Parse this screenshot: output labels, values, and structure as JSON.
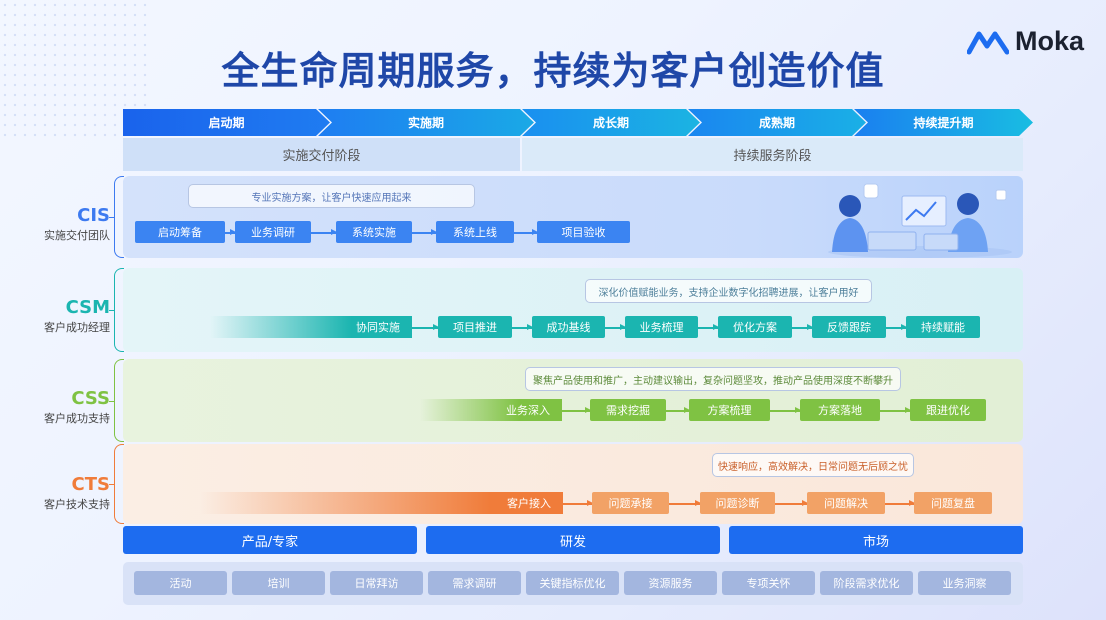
{
  "title": "全生命周期服务，持续为客户创造价值",
  "brand": {
    "name": "Moka",
    "logo_icon": "moka-logo-icon",
    "color": "#1d6cf0"
  },
  "phases": [
    "启动期",
    "实施期",
    "成长期",
    "成熟期",
    "持续提升期"
  ],
  "stages": [
    "实施交付阶段",
    "持续服务阶段"
  ],
  "teams": [
    {
      "abbr": "CIS",
      "name": "实施交付团队",
      "color": "#3d7af0",
      "note": "专业实施方案，让客户快速应用起来",
      "steps": [
        "启动筹备",
        "业务调研",
        "系统实施",
        "系统上线",
        "项目验收"
      ]
    },
    {
      "abbr": "CSM",
      "name": "客户成功经理",
      "color": "#1bb5b0",
      "note": "深化价值赋能业务，支持企业数字化招聘进展，让客户用好",
      "steps": [
        "协同实施",
        "项目推进",
        "成功基线",
        "业务梳理",
        "优化方案",
        "反馈跟踪",
        "持续赋能"
      ]
    },
    {
      "abbr": "CSS",
      "name": "客户成功支持",
      "color": "#7fc243",
      "note": "聚焦产品使用和推广，主动建议输出，复杂问题坚攻，推动产品使用深度不断攀升",
      "steps": [
        "业务深入",
        "需求挖掘",
        "方案梳理",
        "方案落地",
        "跟进优化"
      ]
    },
    {
      "abbr": "CTS",
      "name": "客户技术支持",
      "color": "#f07c3a",
      "note": "快速响应，高效解决，日常问题无后顾之忧",
      "steps": [
        "客户接入",
        "问题承接",
        "问题诊断",
        "问题解决",
        "问题复盘"
      ]
    }
  ],
  "departments": [
    "产品/专家",
    "研发",
    "市场"
  ],
  "activities": [
    "活动",
    "培训",
    "日常拜访",
    "需求调研",
    "关键指标优化",
    "资源服务",
    "专项关怀",
    "阶段需求优化",
    "业务洞察"
  ]
}
